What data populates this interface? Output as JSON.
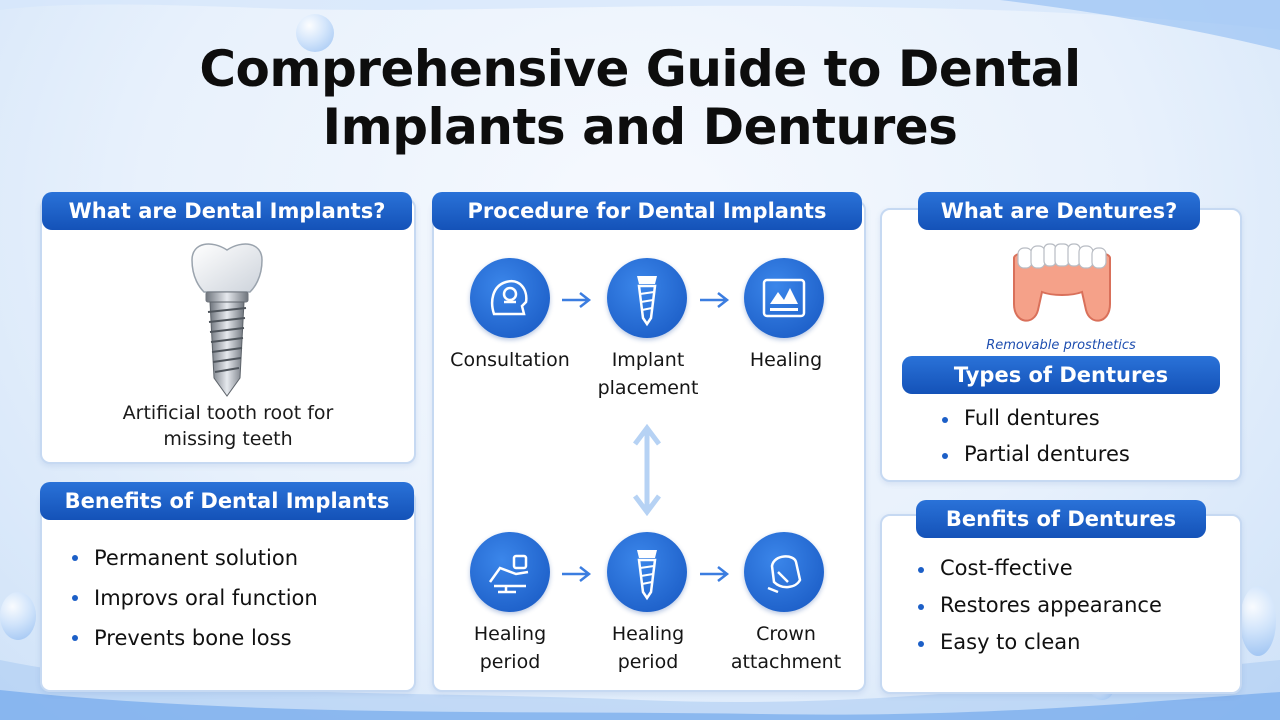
{
  "title": {
    "line1": "Comprehensive Guide to Dental",
    "line2": "Implants and Dentures"
  },
  "implants": {
    "heading": "What are Dental Implants?",
    "caption_line1": "Artificial tooth root for",
    "caption_line2": "missing teeth"
  },
  "implant_benefits": {
    "heading": "Benefits of Dental Implants",
    "items": [
      "Permanent solution",
      "Improvs oral function",
      "Prevents bone loss"
    ]
  },
  "procedure": {
    "heading": "Procedure for Dental Implants",
    "steps": [
      {
        "line1": "Consultation",
        "line2": "",
        "icon": "consultation-icon"
      },
      {
        "line1": "Implant",
        "line2": "placement",
        "icon": "implant-screw-icon"
      },
      {
        "line1": "Healing",
        "line2": "",
        "icon": "xray-icon"
      },
      {
        "line1": "Healing",
        "line2": "period",
        "icon": "dental-chair-icon"
      },
      {
        "line1": "Healing",
        "line2": "period",
        "icon": "implant-screw-icon"
      },
      {
        "line1": "Crown",
        "line2": "attachment",
        "icon": "crown-icon"
      }
    ]
  },
  "dentures": {
    "heading": "What are Dentures?",
    "note": "Removable prosthetics",
    "types_heading": "Types of Dentures",
    "types": [
      "Full dentures",
      "Partial dentures"
    ]
  },
  "denture_benefits": {
    "heading": "Benfits of Dentures",
    "items": [
      "Cost-ffective",
      "Restores appearance",
      "Easy to clean"
    ]
  },
  "colors": {
    "accent": "#1a5cc4",
    "title": "#0d0d0d",
    "card_border": "#c6d9f2"
  }
}
